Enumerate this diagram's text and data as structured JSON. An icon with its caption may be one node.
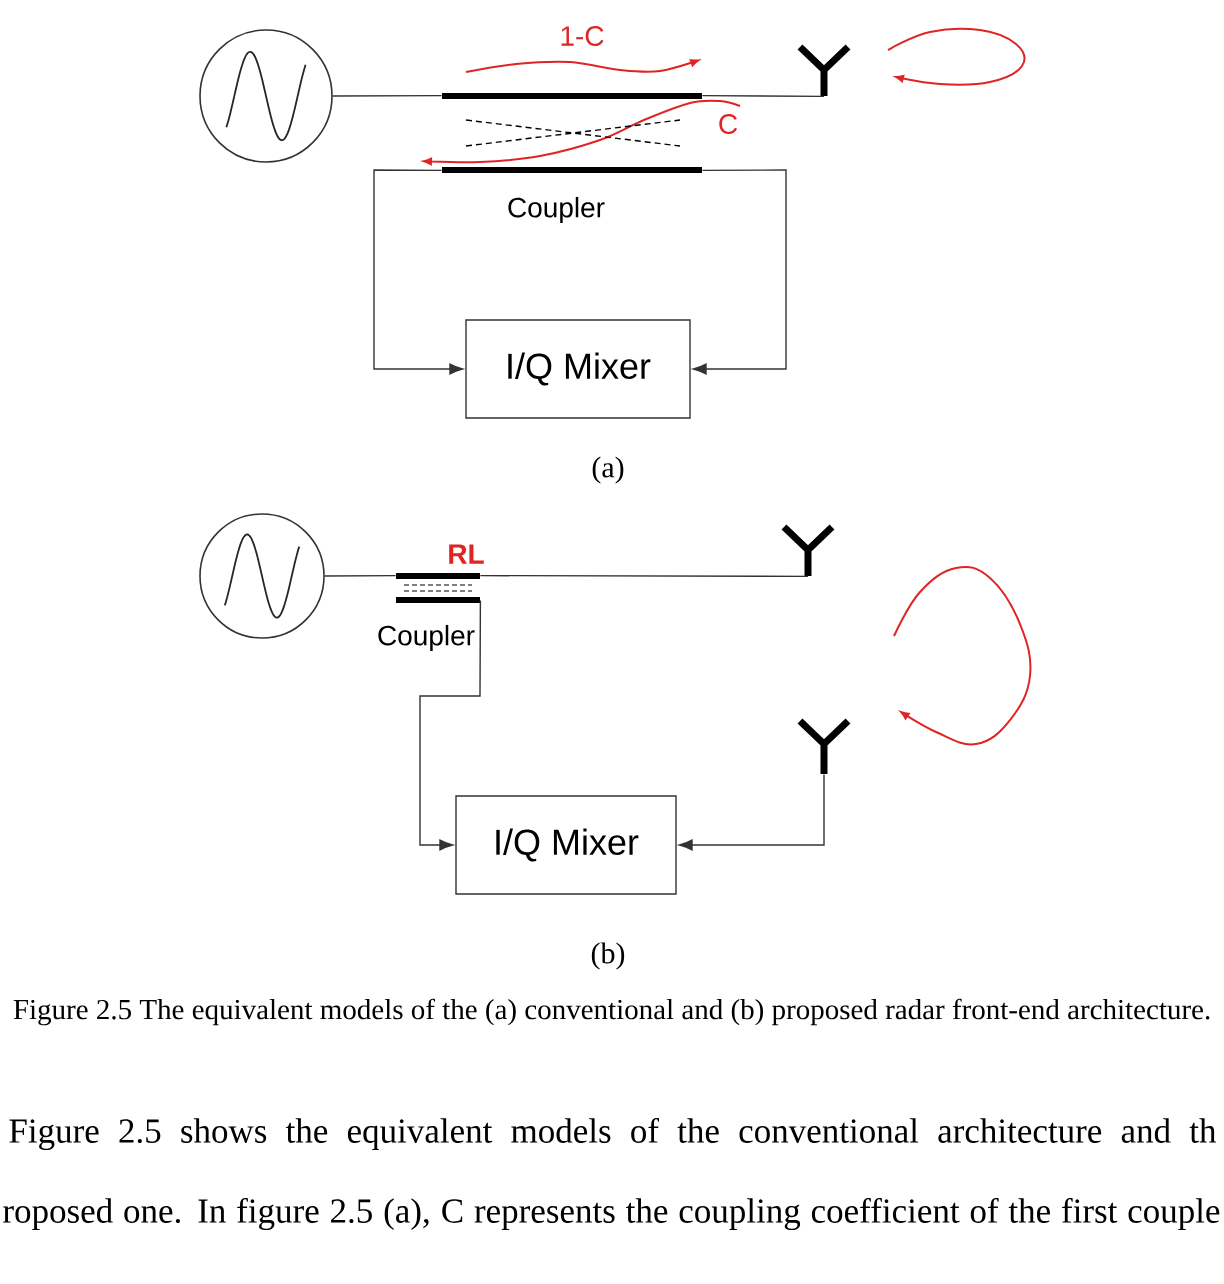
{
  "diagram": {
    "caption": "Figure 2.5 The equivalent models of the (a) conventional and (b) proposed radar front-end architecture.",
    "nodes": [
      {
        "text": [],
        "shape": "circle"
      },
      {
        "text": [
          "Coupler"
        ]
      },
      {
        "text": [],
        "shape": "antenna"
      },
      {
        "text": [
          "I/Q Mixer"
        ]
      },
      {
        "text": [],
        "shape": "circle"
      },
      {
        "text": [
          "Coupler"
        ]
      },
      {
        "text": [],
        "shape": "antenna"
      },
      {
        "text": [],
        "shape": "antenna"
      },
      {
        "text": [
          "I/Q Mixer"
        ]
      }
    ],
    "edges": [
      {
        "from": 0,
        "to": 1,
        "arrow": "none"
      },
      {
        "from": 1,
        "to": 2,
        "arrow": "none"
      },
      {
        "from": 1,
        "to": 3,
        "arrow": "to"
      },
      {
        "from": 1,
        "to": 3,
        "arrow": "to"
      },
      {
        "from": 4,
        "to": 5,
        "arrow": "none"
      },
      {
        "from": 5,
        "to": 6,
        "arrow": "none"
      },
      {
        "from": 5,
        "to": 8,
        "arrow": "to"
      },
      {
        "from": 7,
        "to": 8,
        "arrow": "to"
      }
    ],
    "labels": [
      "1-C",
      "C",
      "(a)",
      "RL",
      "(b)",
      "Figure 2.5 shows the equivalent models of the conventional architecture and th",
      "roposed one. In figure 2.5 (a), C represents the coupling coefficient of the first couple"
    ]
  }
}
